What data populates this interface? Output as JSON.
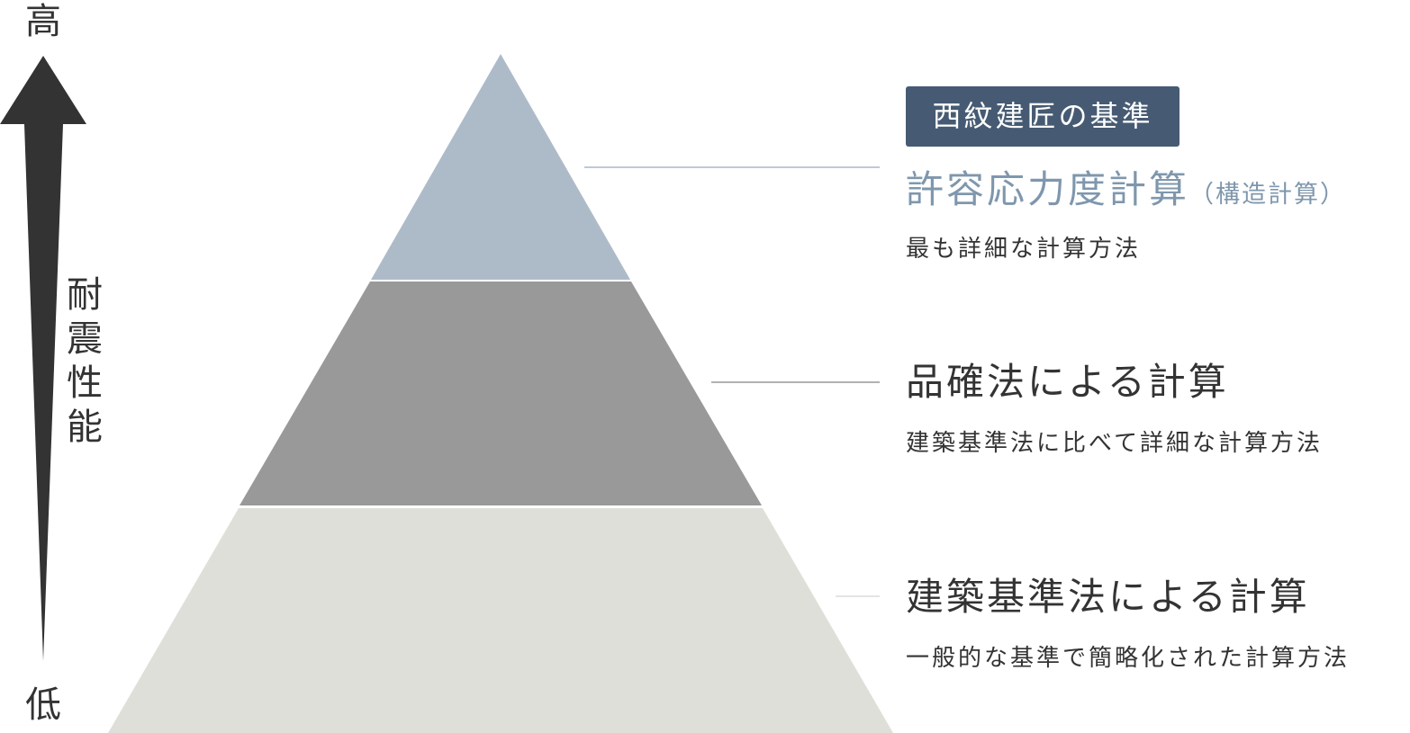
{
  "axis": {
    "high": "高",
    "low": "低",
    "label": "耐震性能"
  },
  "colors": {
    "tier1": "#adbbc9",
    "tier2": "#999999",
    "tier3": "#dfdfd9",
    "badge": "#465b73",
    "title1": "#7f97ad",
    "arrow": "#333333"
  },
  "tiers": [
    {
      "badge": "西紋建匠の基準",
      "title": "許容応力度計算",
      "title_note": "（構造計算）",
      "description": "最も詳細な計算方法"
    },
    {
      "title": "品確法による計算",
      "description": "建築基準法に比べて詳細な計算方法"
    },
    {
      "title": "建築基準法による計算",
      "description": "一般的な基準で簡略化された計算方法"
    }
  ]
}
